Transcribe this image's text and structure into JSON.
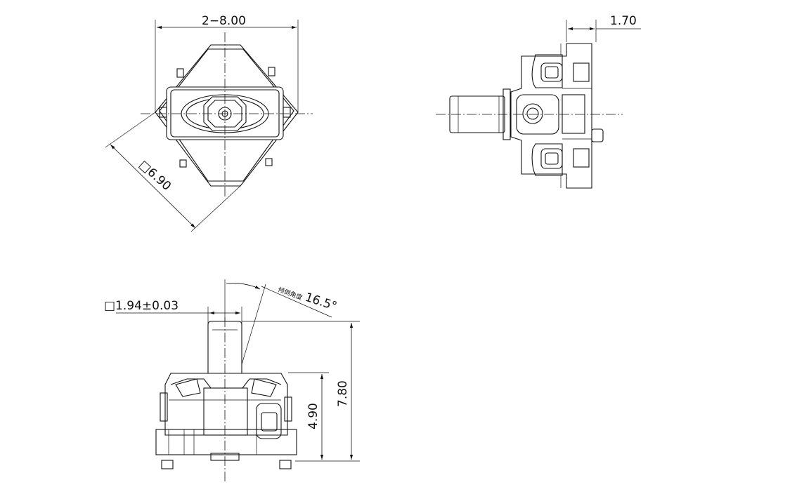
{
  "drawing": {
    "dimensions": {
      "top_width": "2−8.00",
      "diag_square": "□6.90",
      "side_depth": "1.70",
      "shaft_square": "□1.94±0.03",
      "tilt_label": "倾倒角度",
      "tilt_value": "16.5°",
      "total_height": "7.80",
      "body_height": "4.90"
    }
  }
}
